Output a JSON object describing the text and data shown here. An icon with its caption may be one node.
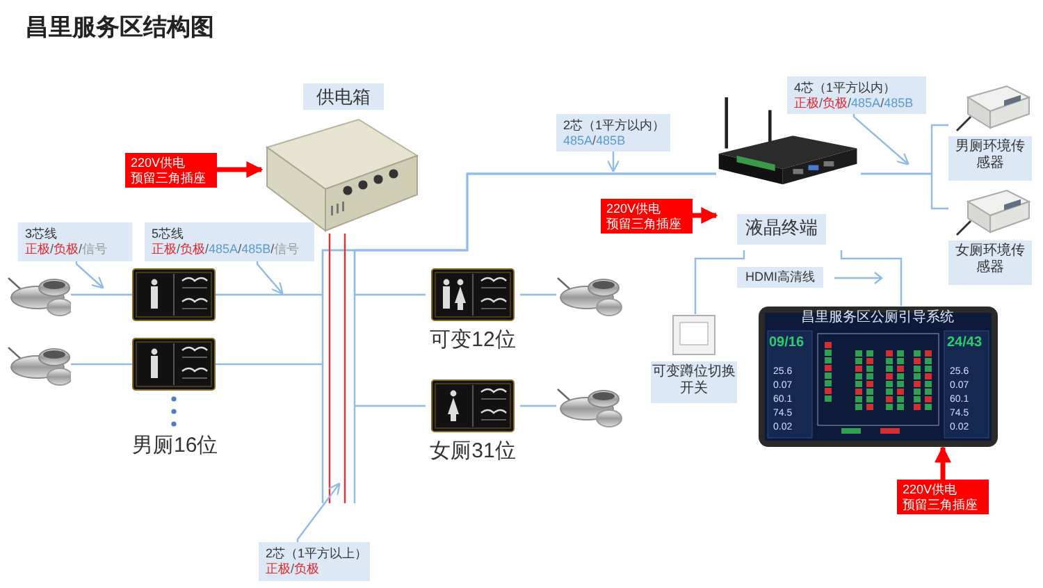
{
  "diagram": {
    "title": "昌里服务区结构图",
    "nodes": [
      {
        "text": [
          "供电箱"
        ]
      },
      {
        "text": [
          "220V供电预留三角插座"
        ]
      },
      {
        "text": [],
        "shape": "picture"
      },
      {
        "text": [],
        "shape": "picture"
      },
      {
        "text": [],
        "shape": "picture"
      },
      {
        "text": [],
        "shape": "picture"
      },
      {
        "text": [],
        "shape": "picture",
        "beside": [
          "可变12位"
        ]
      },
      {
        "text": [],
        "shape": "picture"
      },
      {
        "text": [],
        "shape": "picture",
        "beside": [
          "女厕31位"
        ]
      },
      {
        "text": [],
        "shape": "picture"
      },
      {
        "text": [
          "液晶终端"
        ]
      },
      {
        "text": [
          "220V供电预留三角插座"
        ]
      },
      {
        "text": [
          "男厕环境传感器"
        ]
      },
      {
        "text": [
          "女厕环境传感器"
        ]
      },
      {
        "text": [
          "可变蹲位切换开关"
        ]
      },
      {
        "text": [],
        "shape": "picture"
      },
      {
        "text": [
          "220V供电预留三角插座"
        ]
      },
      {
        "text": [
          "3芯线",
          "正极/负极/信号"
        ]
      },
      {
        "text": [
          "5芯线",
          "正极/负极/485A/485B/信号"
        ]
      },
      {
        "text": [
          "2芯（1平方以内）",
          "485A/485B"
        ]
      },
      {
        "text": [
          "4芯（1平方以内）",
          "正极/负极/485A/485B"
        ]
      },
      {
        "text": [
          "2芯（1平方以上）",
          "正极/负极"
        ]
      }
    ],
    "edges": [
      {
        "from": 1,
        "to": 0,
        "arrow": "to",
        "style": "thick",
        "color": "#ff0000"
      },
      {
        "from": 11,
        "to": 10,
        "arrow": "to",
        "style": "thick",
        "color": "#ff0000"
      },
      {
        "from": 16,
        "to": 15,
        "arrow": "to",
        "style": "thick",
        "color": "#ff0000"
      },
      {
        "from": 2,
        "to": 3,
        "arrow": "none"
      },
      {
        "from": 4,
        "to": 5,
        "arrow": "none"
      },
      {
        "from": 6,
        "to": 7,
        "arrow": "none"
      },
      {
        "from": 8,
        "to": 9,
        "arrow": "none"
      },
      {
        "from": 3,
        "to": 10,
        "arrow": "none"
      },
      {
        "from": 5,
        "to": 10,
        "arrow": "none"
      },
      {
        "from": 6,
        "to": 10,
        "arrow": "none"
      },
      {
        "from": 8,
        "to": 10,
        "arrow": "none"
      },
      {
        "from": 10,
        "to": 12,
        "arrow": "none"
      },
      {
        "from": 10,
        "to": 13,
        "arrow": "none"
      },
      {
        "from": 10,
        "to": 14,
        "arrow": "none"
      },
      {
        "from": 10,
        "to": 15,
        "arrow": "none"
      },
      {
        "from": 0,
        "to": null,
        "arrow": "none",
        "color": "#e83030"
      },
      {
        "from": 0,
        "to": null,
        "arrow": "none",
        "color": "#e83030"
      },
      {
        "from": 17,
        "to": null,
        "arrow": "to"
      },
      {
        "from": 18,
        "to": null,
        "arrow": "to"
      },
      {
        "from": 19,
        "to": null,
        "arrow": "to"
      },
      {
        "from": 20,
        "to": null,
        "arrow": "to"
      },
      {
        "from": 21,
        "to": null,
        "arrow": "to"
      }
    ],
    "labels": [
      "男厕16位",
      "HDMI高清线",
      "昌里服务区公厕引导系统",
      "09/16",
      "24/43",
      "25.6",
      "0.07",
      "60.1",
      "74.5",
      "0.02",
      "25.6",
      "0.07",
      "60.1",
      "74.5",
      "0.02"
    ]
  }
}
